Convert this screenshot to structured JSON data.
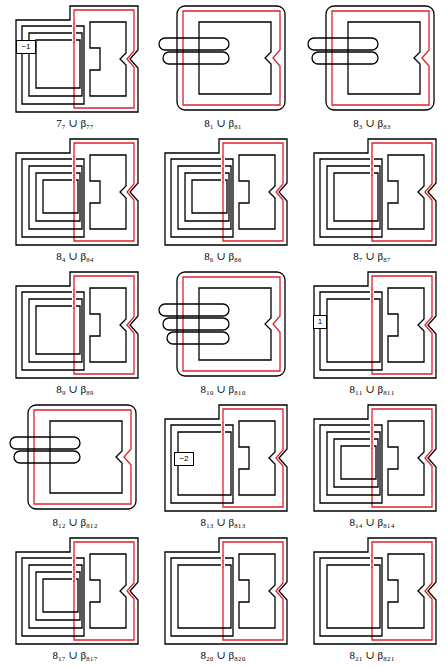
{
  "diagram": {
    "labels": [
      "−1",
      "7₇ ∪ β₇₇",
      "8₁ ∪ β₈₁",
      "8₃ ∪ β₈₃",
      "8₄ ∪ β₈₄",
      "8₆ ∪ β₈₆",
      "8₇ ∪ β₈₇",
      "8₉ ∪ β₈₉",
      "8₁₀ ∪ β₈₁₀",
      "1",
      "8₁₁ ∪ β₈₁₁",
      "8₁₂ ∪ β₈₁₂",
      "−2",
      "8₁₃ ∪ β₈₁₃",
      "8₁₄ ∪ β₈₁₄",
      "8₁₇ ∪ β₈₁₇",
      "8₂₀ ∪ β₈₂₀",
      "8₂₁ ∪ β₈₂₁"
    ]
  }
}
